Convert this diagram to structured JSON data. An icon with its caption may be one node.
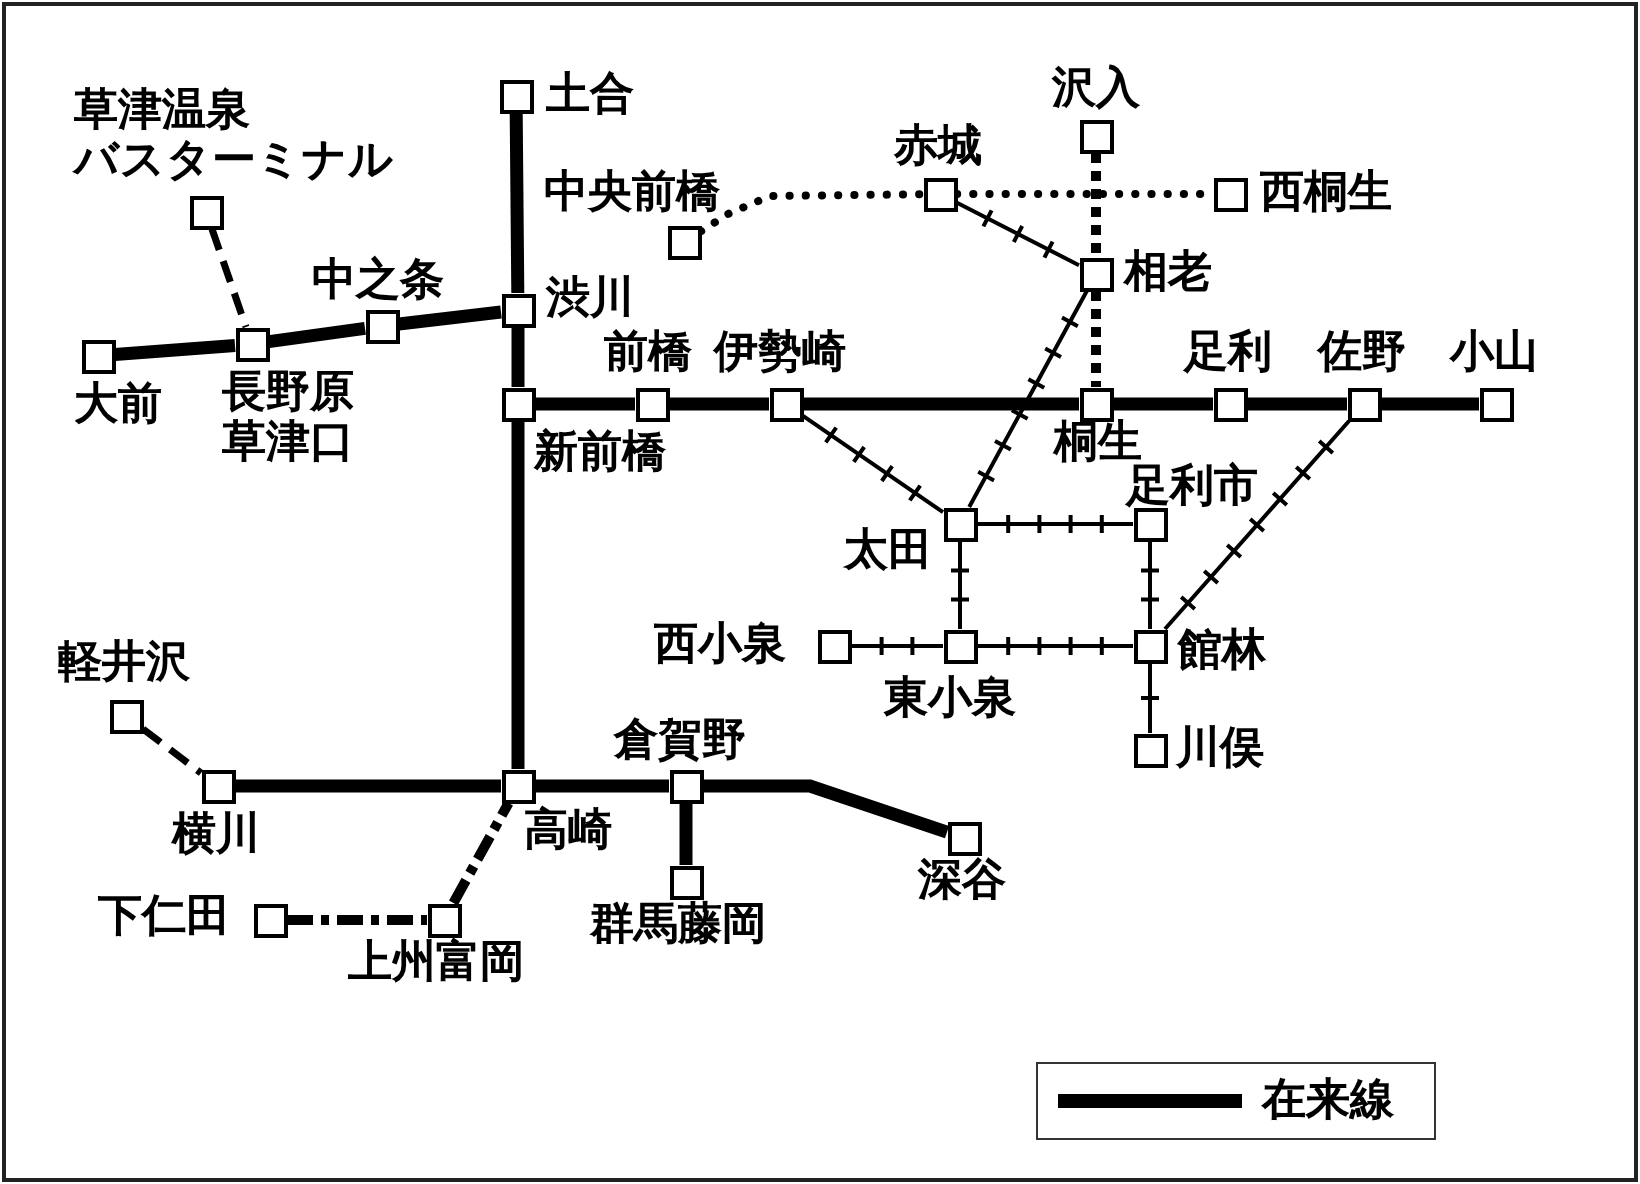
{
  "diagram": {
    "nodes": [
      {
        "text": [],
        "shape": "box",
        "beside": [
          "土合"
        ]
      },
      {
        "text": [],
        "shape": "box",
        "beside": [
          "沢入"
        ]
      },
      {
        "text": [],
        "shape": "box",
        "beside": [
          "草津温泉バスターミナル"
        ]
      },
      {
        "text": [],
        "shape": "box",
        "beside": [
          "中央前橋"
        ]
      },
      {
        "text": [],
        "shape": "box",
        "beside": [
          "赤城"
        ]
      },
      {
        "text": [],
        "shape": "box",
        "beside": [
          "西桐生"
        ]
      },
      {
        "text": [],
        "shape": "box",
        "beside": [
          "相老"
        ]
      },
      {
        "text": [],
        "shape": "box",
        "beside": [
          "中之条"
        ]
      },
      {
        "text": [],
        "shape": "box",
        "beside": [
          "渋川"
        ]
      },
      {
        "text": [],
        "shape": "box",
        "beside": [
          "大前"
        ]
      },
      {
        "text": [],
        "shape": "box",
        "beside": [
          "長野原草津口"
        ]
      },
      {
        "text": [],
        "shape": "box",
        "beside": [
          "新前橋"
        ]
      },
      {
        "text": [],
        "shape": "box",
        "beside": [
          "前橋"
        ]
      },
      {
        "text": [],
        "shape": "box",
        "beside": [
          "伊勢崎"
        ]
      },
      {
        "text": [],
        "shape": "box",
        "beside": [
          "桐生"
        ]
      },
      {
        "text": [],
        "shape": "box",
        "beside": [
          "足利"
        ]
      },
      {
        "text": [],
        "shape": "box",
        "beside": [
          "佐野"
        ]
      },
      {
        "text": [],
        "shape": "box",
        "beside": [
          "小山"
        ]
      },
      {
        "text": [],
        "shape": "box",
        "beside": [
          "太田"
        ]
      },
      {
        "text": [],
        "shape": "box",
        "beside": [
          "足利市"
        ]
      },
      {
        "text": [],
        "shape": "box",
        "beside": [
          "西小泉"
        ]
      },
      {
        "text": [],
        "shape": "box",
        "beside": [
          "東小泉"
        ]
      },
      {
        "text": [],
        "shape": "box",
        "beside": [
          "館林"
        ]
      },
      {
        "text": [],
        "shape": "box",
        "beside": [
          "軽井沢"
        ]
      },
      {
        "text": [],
        "shape": "box",
        "beside": [
          "川俣"
        ]
      },
      {
        "text": [],
        "shape": "box",
        "beside": [
          "横川"
        ]
      },
      {
        "text": [],
        "shape": "box",
        "beside": [
          "高崎"
        ]
      },
      {
        "text": [],
        "shape": "box",
        "beside": [
          "倉賀野"
        ]
      },
      {
        "text": [],
        "shape": "box",
        "beside": [
          "深谷"
        ]
      },
      {
        "text": [],
        "shape": "box",
        "beside": [
          "群馬藤岡"
        ]
      },
      {
        "text": [],
        "shape": "box",
        "beside": [
          "下仁田"
        ]
      },
      {
        "text": [],
        "shape": "box",
        "beside": [
          "上州富岡"
        ]
      }
    ],
    "edges": [
      {
        "from": 0,
        "to": 8,
        "arrow": "none"
      },
      {
        "from": 8,
        "to": 11,
        "arrow": "none"
      },
      {
        "from": 11,
        "to": 26,
        "arrow": "none"
      },
      {
        "from": 7,
        "to": 8,
        "arrow": "none"
      },
      {
        "from": 10,
        "to": 7,
        "arrow": "none"
      },
      {
        "from": 9,
        "to": 10,
        "arrow": "none"
      },
      {
        "from": 11,
        "to": 12,
        "arrow": "none"
      },
      {
        "from": 12,
        "to": 13,
        "arrow": "none"
      },
      {
        "from": 13,
        "to": 14,
        "arrow": "none"
      },
      {
        "from": 14,
        "to": 15,
        "arrow": "none"
      },
      {
        "from": 15,
        "to": 16,
        "arrow": "none"
      },
      {
        "from": 16,
        "to": 17,
        "arrow": "none"
      },
      {
        "from": 25,
        "to": 26,
        "arrow": "none"
      },
      {
        "from": 26,
        "to": 27,
        "arrow": "none"
      },
      {
        "from": 27,
        "to": 28,
        "arrow": "none"
      },
      {
        "from": 27,
        "to": 29,
        "arrow": "none"
      },
      {
        "from": 2,
        "to": 10,
        "arrow": "none",
        "style": "dashed"
      },
      {
        "from": 23,
        "to": 25,
        "arrow": "none",
        "style": "dashed"
      },
      {
        "from": 30,
        "to": 31,
        "arrow": "none",
        "style": "dashed"
      },
      {
        "from": 31,
        "to": 26,
        "arrow": "none",
        "style": "dashed"
      },
      {
        "from": 3,
        "to": 4,
        "arrow": "none",
        "style": "dashed"
      },
      {
        "from": 4,
        "to": 5,
        "arrow": "none",
        "style": "dashed"
      },
      {
        "from": 1,
        "to": 6,
        "arrow": "none",
        "style": "dashed"
      },
      {
        "from": 6,
        "to": 14,
        "arrow": "none",
        "style": "dashed"
      },
      {
        "from": 4,
        "to": 6,
        "arrow": "none"
      },
      {
        "from": 6,
        "to": 18,
        "arrow": "none"
      },
      {
        "from": 13,
        "to": 18,
        "arrow": "none"
      },
      {
        "from": 18,
        "to": 19,
        "arrow": "none"
      },
      {
        "from": 18,
        "to": 21,
        "arrow": "none"
      },
      {
        "from": 20,
        "to": 21,
        "arrow": "none"
      },
      {
        "from": 21,
        "to": 22,
        "arrow": "none"
      },
      {
        "from": 19,
        "to": 22,
        "arrow": "none"
      },
      {
        "from": 22,
        "to": 24,
        "arrow": "none"
      },
      {
        "from": 22,
        "to": 16,
        "arrow": "none"
      }
    ],
    "legend": [
      {
        "text": "在来線"
      }
    ]
  }
}
